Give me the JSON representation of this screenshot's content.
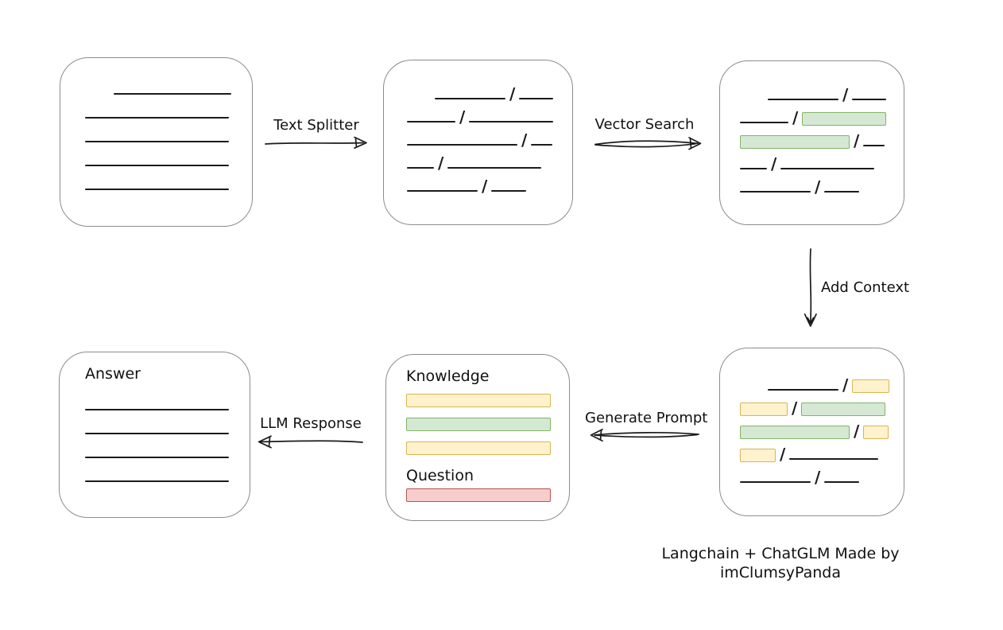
{
  "canvas": {
    "background": "#ffffff"
  },
  "colors": {
    "stroke": "#1b1b1b",
    "box_border": "#8c8c8c",
    "green_fill": "#d5e8d4",
    "green_border": "#82b366",
    "yellow_fill": "#fff2cc",
    "yellow_border": "#d6b656",
    "red_fill": "#f8cecc",
    "red_border": "#b85450"
  },
  "caption": "Langchain + ChatGLM Made by imClumsyPanda",
  "arrows": [
    {
      "id": "text-splitter",
      "label": "Text Splitter",
      "direction": "right"
    },
    {
      "id": "vector-search",
      "label": "Vector Search",
      "direction": "right"
    },
    {
      "id": "add-context",
      "label": "Add Context",
      "direction": "down"
    },
    {
      "id": "generate-prompt",
      "label": "Generate Prompt",
      "direction": "left"
    },
    {
      "id": "llm-response",
      "label": "LLM Response",
      "direction": "left"
    }
  ],
  "boxes": {
    "source_document": {
      "rows": [
        [
          {
            "t": "indent",
            "w": 31
          },
          {
            "t": "line",
            "w": 148
          }
        ],
        [
          {
            "t": "line",
            "w": 181
          }
        ],
        [
          {
            "t": "line",
            "w": 181
          }
        ],
        [
          {
            "t": "line",
            "w": 181
          }
        ],
        [
          {
            "t": "line",
            "w": 181
          }
        ]
      ]
    },
    "split_text": {
      "rows": [
        [
          {
            "t": "indent",
            "w": 30
          },
          {
            "t": "line",
            "w": 89
          },
          {
            "t": "slash"
          },
          {
            "t": "line",
            "w": 43
          }
        ],
        [
          {
            "t": "line",
            "w": 61
          },
          {
            "t": "slash"
          },
          {
            "t": "line",
            "w": 106
          }
        ],
        [
          {
            "t": "line",
            "w": 139
          },
          {
            "t": "slash"
          },
          {
            "t": "line",
            "w": 27
          }
        ],
        [
          {
            "t": "line",
            "w": 34
          },
          {
            "t": "slash"
          },
          {
            "t": "line",
            "w": 118
          }
        ],
        [
          {
            "t": "line",
            "w": 89
          },
          {
            "t": "slash"
          },
          {
            "t": "line",
            "w": 44
          }
        ]
      ]
    },
    "matched_chunks": {
      "rows": [
        [
          {
            "t": "indent",
            "w": 30
          },
          {
            "t": "line",
            "w": 89
          },
          {
            "t": "slash"
          },
          {
            "t": "line",
            "w": 43
          }
        ],
        [
          {
            "t": "line",
            "w": 61
          },
          {
            "t": "slash"
          },
          {
            "t": "green",
            "w": 106
          }
        ],
        [
          {
            "t": "green",
            "w": 138
          },
          {
            "t": "slash"
          },
          {
            "t": "line",
            "w": 27
          }
        ],
        [
          {
            "t": "line",
            "w": 34
          },
          {
            "t": "slash"
          },
          {
            "t": "line",
            "w": 118
          }
        ],
        [
          {
            "t": "line",
            "w": 89
          },
          {
            "t": "slash"
          },
          {
            "t": "line",
            "w": 44
          }
        ]
      ]
    },
    "context_chunks": {
      "rows": [
        [
          {
            "t": "indent",
            "w": 30
          },
          {
            "t": "line",
            "w": 89
          },
          {
            "t": "slash"
          },
          {
            "t": "yellow",
            "w": 47
          }
        ],
        [
          {
            "t": "yellow",
            "w": 60
          },
          {
            "t": "slash"
          },
          {
            "t": "green",
            "w": 106
          }
        ],
        [
          {
            "t": "green",
            "w": 138
          },
          {
            "t": "slash"
          },
          {
            "t": "yellow",
            "w": 32
          }
        ],
        [
          {
            "t": "yellow",
            "w": 45
          },
          {
            "t": "slash"
          },
          {
            "t": "line",
            "w": 112
          }
        ],
        [
          {
            "t": "line",
            "w": 89
          },
          {
            "t": "slash"
          },
          {
            "t": "line",
            "w": 44
          }
        ]
      ]
    },
    "prompt": {
      "knowledge_label": "Knowledge",
      "question_label": "Question",
      "knowledge_bars": [
        [
          {
            "t": "yellow",
            "w": 182
          }
        ],
        [
          {
            "t": "green",
            "w": 182
          }
        ],
        [
          {
            "t": "yellow",
            "w": 182
          }
        ]
      ],
      "question_bars": [
        [
          {
            "t": "red",
            "w": 182
          }
        ]
      ]
    },
    "answer": {
      "label": "Answer",
      "rows": [
        [
          {
            "t": "line",
            "w": 181
          }
        ],
        [
          {
            "t": "line",
            "w": 181
          }
        ],
        [
          {
            "t": "line",
            "w": 181
          }
        ],
        [
          {
            "t": "line",
            "w": 181
          }
        ]
      ]
    }
  }
}
